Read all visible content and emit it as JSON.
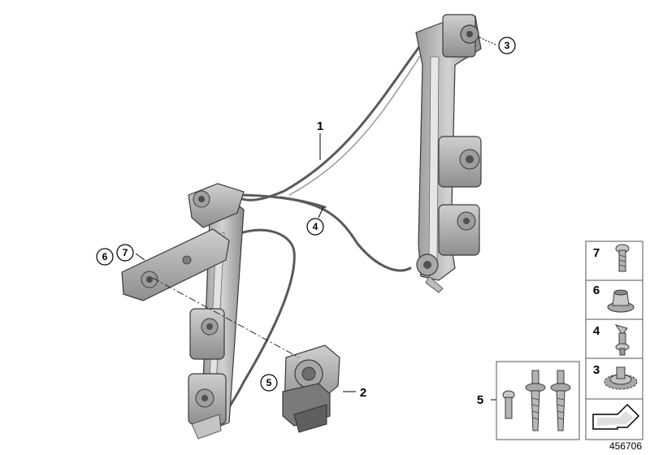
{
  "diagram_number": "456706",
  "callouts": {
    "c1": "1",
    "c2": "2",
    "c3": "3",
    "c4": "4",
    "c5": "5",
    "c6": "6",
    "c7": "7"
  },
  "legend": {
    "r7": "7",
    "r6": "6",
    "r4": "4",
    "r3": "3",
    "kit5": "5"
  },
  "colors": {
    "part_fill": "#b7b7b7",
    "part_dark": "#7d7d7d",
    "part_light": "#dcdcdc",
    "line": "#3a3a3a",
    "panel_border": "#555555"
  }
}
